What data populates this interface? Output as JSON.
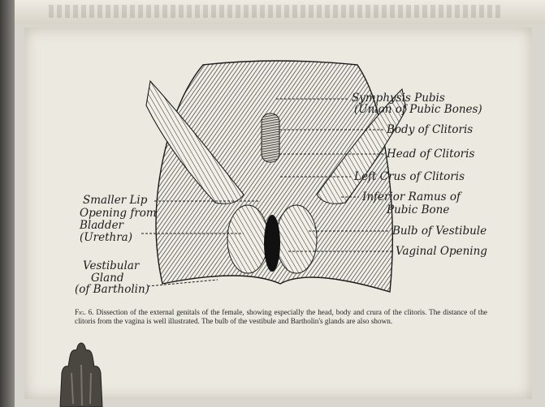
{
  "figure": {
    "labels": {
      "symphysis": "Symphysis Pubis",
      "symphysis_sub": "(Union of Pubic Bones)",
      "body_clitoris": "Body of Clitoris",
      "head_clitoris": "Head of Clitoris",
      "left_crus": "Left Crus of Clitoris",
      "inferior_ramus_1": "Inferior Ramus of",
      "inferior_ramus_2": "Pubic Bone",
      "bulb": "Bulb of Vestibule",
      "vaginal": "Vaginal Opening",
      "smaller_lip_1": "Smaller Lip",
      "smaller_lip_2": "Opening from",
      "smaller_lip_3": "Bladder",
      "smaller_lip_4": "(Urethra)",
      "vestibular_1": "Vestibular",
      "vestibular_2": "Gland",
      "vestibular_3": "(of Bartholin)"
    },
    "caption_fig": "Fig. 6.",
    "caption_text": "Dissection of the external genitals of the female, showing especially the head, body and crura of the clitoris. The distance of the clitoris from the vagina is well illustrated. The bulb of the vestibule and Bartholin's glands are also shown."
  },
  "colors": {
    "page": "#ece9e1",
    "ink": "#1c1c1c"
  }
}
